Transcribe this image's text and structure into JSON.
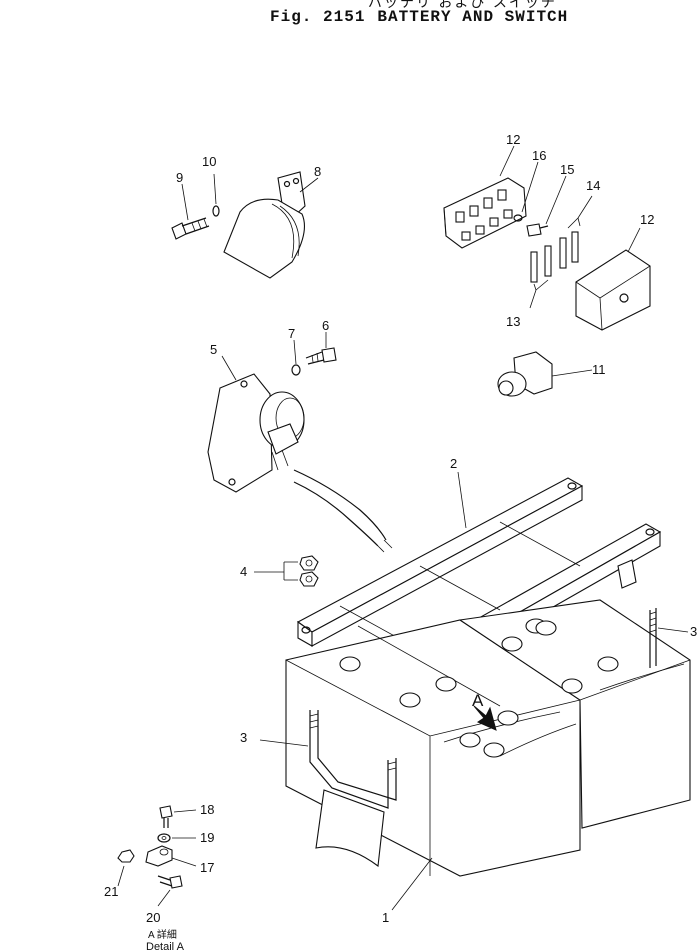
{
  "title": {
    "japanese": "バッテリ および スイッチ",
    "figure": "Fig. 2151",
    "name": "BATTERY AND SWITCH"
  },
  "callouts": [
    {
      "id": "c1",
      "label": "1"
    },
    {
      "id": "c2",
      "label": "2"
    },
    {
      "id": "c3a",
      "label": "3"
    },
    {
      "id": "c3b",
      "label": "3"
    },
    {
      "id": "c4",
      "label": "4"
    },
    {
      "id": "c5",
      "label": "5"
    },
    {
      "id": "c6",
      "label": "6"
    },
    {
      "id": "c7",
      "label": "7"
    },
    {
      "id": "c8",
      "label": "8"
    },
    {
      "id": "c9",
      "label": "9"
    },
    {
      "id": "c10",
      "label": "10"
    },
    {
      "id": "c11",
      "label": "11"
    },
    {
      "id": "c12a",
      "label": "12"
    },
    {
      "id": "c12b",
      "label": "12"
    },
    {
      "id": "c13",
      "label": "13"
    },
    {
      "id": "c14",
      "label": "14"
    },
    {
      "id": "c15",
      "label": "15"
    },
    {
      "id": "c16",
      "label": "16"
    },
    {
      "id": "c17",
      "label": "17"
    },
    {
      "id": "c18",
      "label": "18"
    },
    {
      "id": "c19",
      "label": "19"
    },
    {
      "id": "c20",
      "label": "20"
    },
    {
      "id": "c21",
      "label": "21"
    }
  ],
  "detail": {
    "marker": "A",
    "caption_jp": "A 詳細",
    "caption_en": "Detail A"
  }
}
